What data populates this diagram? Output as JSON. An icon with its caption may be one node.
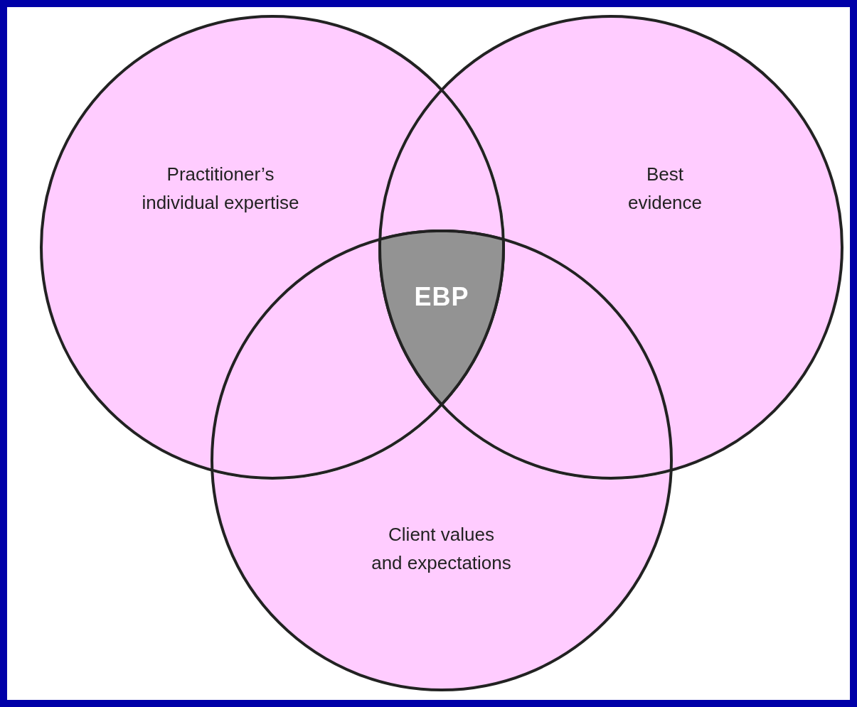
{
  "diagram": {
    "nodes": [
      {
        "text": [
          "Practitioner’s individual expertise"
        ]
      },
      {
        "text": [
          "Best evidence"
        ]
      },
      {
        "text": [
          "Client values and expectations"
        ]
      },
      {
        "text": [
          "EBP"
        ]
      }
    ]
  }
}
